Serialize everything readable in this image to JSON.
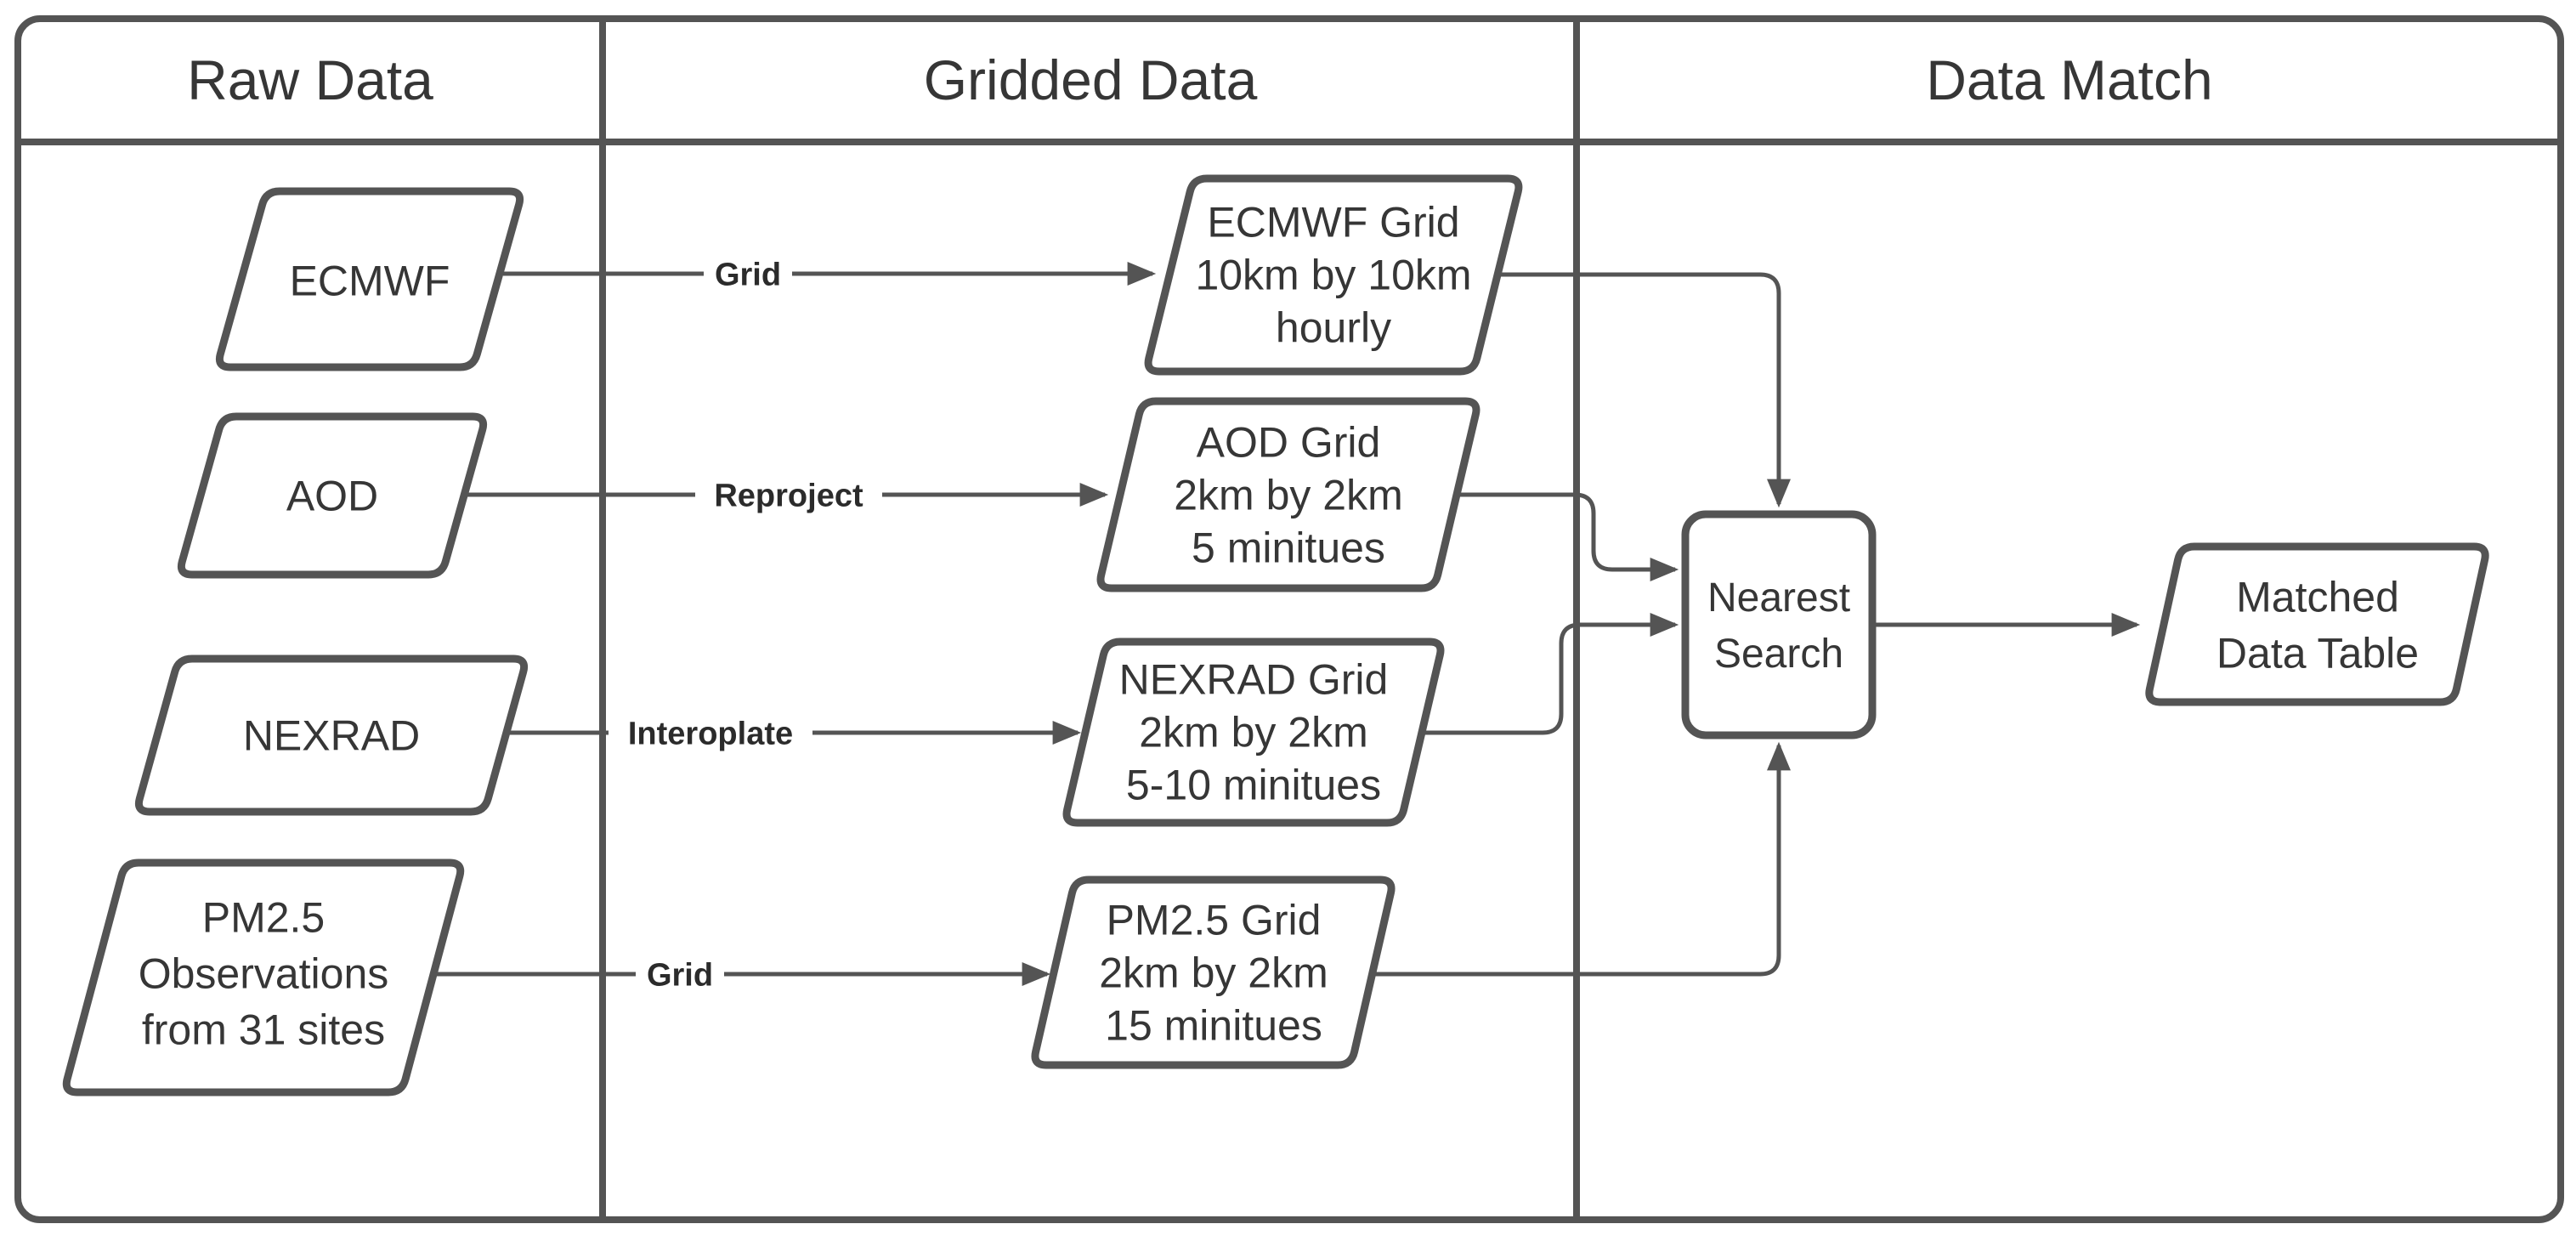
{
  "headers": {
    "raw": "Raw Data",
    "gridded": "Gridded Data",
    "match": "Data Match"
  },
  "nodes": {
    "ecmwf": {
      "label": "ECMWF"
    },
    "aod": {
      "label": "AOD"
    },
    "nexrad": {
      "label": "NEXRAD"
    },
    "pm25": {
      "line1": "PM2.5",
      "line2": "Observations",
      "line3": "from 31 sites"
    },
    "ecmwf_grid": {
      "line1": "ECMWF Grid",
      "line2": "10km by 10km",
      "line3": "hourly"
    },
    "aod_grid": {
      "line1": "AOD Grid",
      "line2": "2km by 2km",
      "line3": "5 minitues"
    },
    "nexrad_grid": {
      "line1": "NEXRAD Grid",
      "line2": "2km by 2km",
      "line3": "5-10 minitues"
    },
    "pm25_grid": {
      "line1": "PM2.5 Grid",
      "line2": "2km by 2km",
      "line3": "15 minitues"
    },
    "nearest_search": {
      "line1": "Nearest",
      "line2": "Search"
    },
    "matched": {
      "line1": "Matched",
      "line2": "Data Table"
    }
  },
  "edges": {
    "ecmwf": "Grid",
    "aod": "Reproject",
    "nexrad": "Interoplate",
    "pm25": "Grid"
  },
  "colors": {
    "stroke": "#545454",
    "text": "#363636",
    "background": "#ffffff"
  }
}
